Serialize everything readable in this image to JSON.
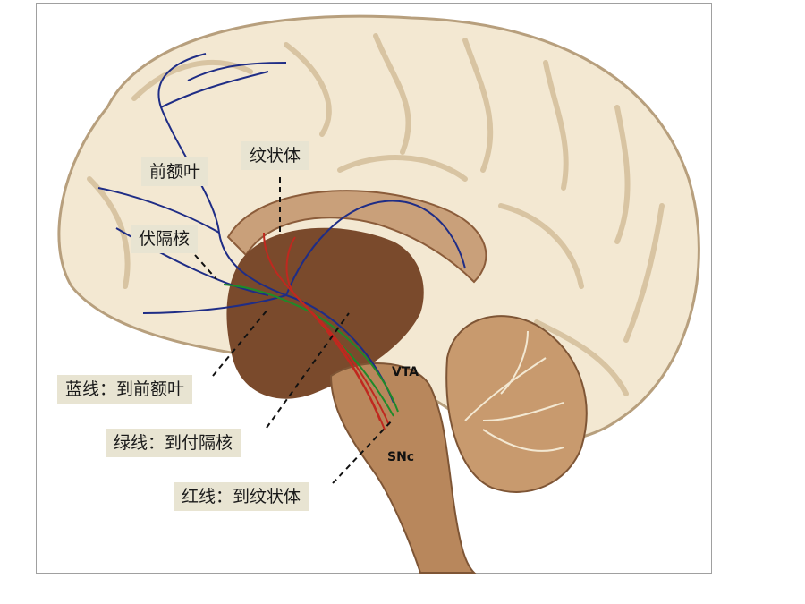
{
  "colors": {
    "blue": "#1f2d86",
    "green": "#1f8a2a",
    "red": "#c0281f",
    "brain": "#f3e8d2",
    "brainstem": "#b8875c",
    "inner": "#7a4a2c",
    "label_bg": "#e8e4d2"
  },
  "labels": {
    "prefrontal": "前额叶",
    "striatum": "纹状体",
    "septal": "伏隔核",
    "vta": "VTA",
    "snc": "SNc"
  },
  "legend": {
    "blue_line": "蓝线：到前额叶",
    "green_line": "绿线：到付隔核",
    "red_line": "红线：到纹状体"
  }
}
